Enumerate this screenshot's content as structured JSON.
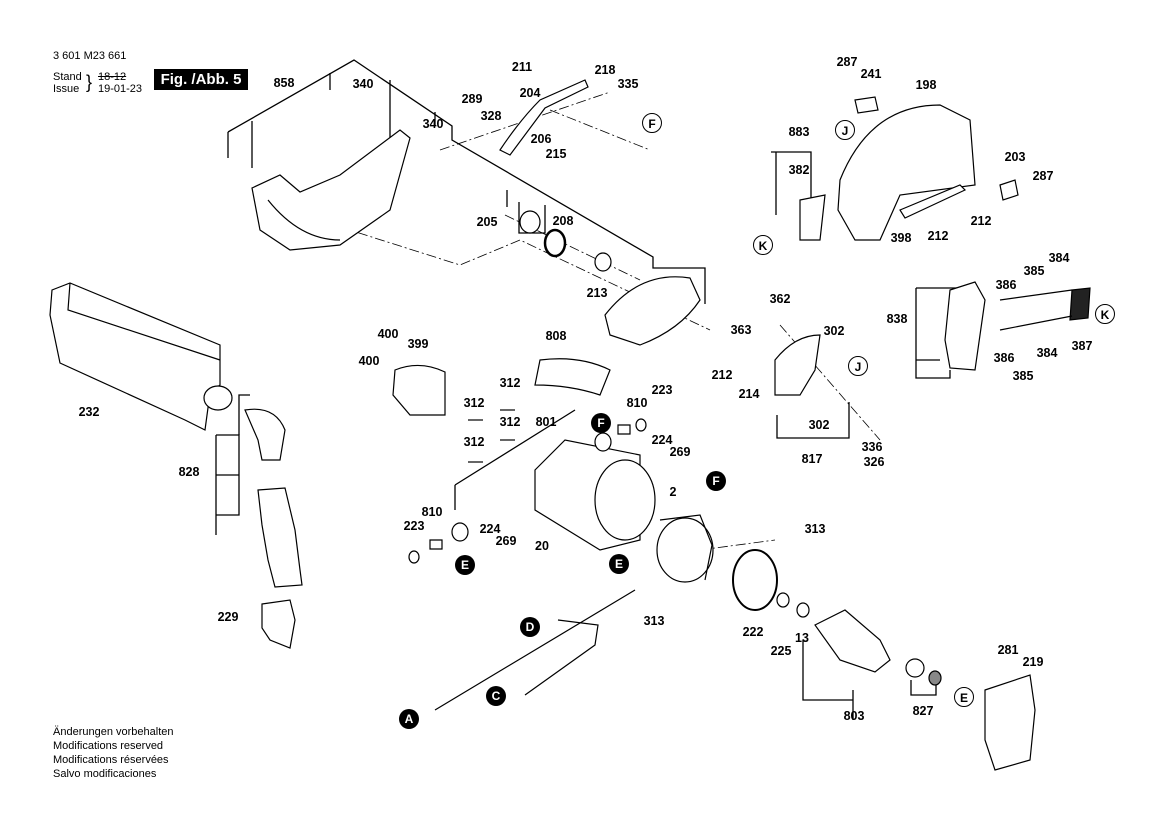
{
  "header": {
    "doc_number": "3 601 M23 661",
    "stand_label": "Stand",
    "issue_label": "Issue",
    "old_date": "18-12",
    "issue_date": "19-01-23",
    "figure": "Fig. /Abb. 5"
  },
  "notes": [
    "Änderungen vorbehalten",
    "Modifications reserved",
    "Modifications réservées",
    "Salvo modificaciones"
  ],
  "parts": [
    {
      "id": "858"
    },
    {
      "id": "340"
    },
    {
      "id": "340"
    },
    {
      "id": "211"
    },
    {
      "id": "218"
    },
    {
      "id": "335"
    },
    {
      "id": "289"
    },
    {
      "id": "328"
    },
    {
      "id": "204"
    },
    {
      "id": "206"
    },
    {
      "id": "215"
    },
    {
      "id": "205"
    },
    {
      "id": "208"
    },
    {
      "id": "213"
    },
    {
      "id": "287"
    },
    {
      "id": "241"
    },
    {
      "id": "198"
    },
    {
      "id": "883"
    },
    {
      "id": "382"
    },
    {
      "id": "203"
    },
    {
      "id": "287"
    },
    {
      "id": "212"
    },
    {
      "id": "398"
    },
    {
      "id": "212"
    },
    {
      "id": "386"
    },
    {
      "id": "385"
    },
    {
      "id": "384"
    },
    {
      "id": "838"
    },
    {
      "id": "386"
    },
    {
      "id": "384"
    },
    {
      "id": "387"
    },
    {
      "id": "385"
    },
    {
      "id": "362"
    },
    {
      "id": "363"
    },
    {
      "id": "302"
    },
    {
      "id": "212"
    },
    {
      "id": "214"
    },
    {
      "id": "302"
    },
    {
      "id": "817"
    },
    {
      "id": "336"
    },
    {
      "id": "326"
    },
    {
      "id": "232"
    },
    {
      "id": "828"
    },
    {
      "id": "229"
    },
    {
      "id": "400"
    },
    {
      "id": "399"
    },
    {
      "id": "400"
    },
    {
      "id": "808"
    },
    {
      "id": "312"
    },
    {
      "id": "312"
    },
    {
      "id": "312"
    },
    {
      "id": "312"
    },
    {
      "id": "801"
    },
    {
      "id": "810"
    },
    {
      "id": "223"
    },
    {
      "id": "224"
    },
    {
      "id": "269"
    },
    {
      "id": "810"
    },
    {
      "id": "223"
    },
    {
      "id": "224"
    },
    {
      "id": "269"
    },
    {
      "id": "20"
    },
    {
      "id": "2"
    },
    {
      "id": "313"
    },
    {
      "id": "313"
    },
    {
      "id": "222"
    },
    {
      "id": "225"
    },
    {
      "id": "13"
    },
    {
      "id": "803"
    },
    {
      "id": "827"
    },
    {
      "id": "281"
    },
    {
      "id": "219"
    }
  ],
  "connectors": [
    {
      "letter": "F",
      "style": "open"
    },
    {
      "letter": "J",
      "style": "open"
    },
    {
      "letter": "K",
      "style": "open"
    },
    {
      "letter": "K",
      "style": "open"
    },
    {
      "letter": "J",
      "style": "open"
    },
    {
      "letter": "F",
      "style": "fill"
    },
    {
      "letter": "E",
      "style": "fill"
    },
    {
      "letter": "F",
      "style": "fill"
    },
    {
      "letter": "E",
      "style": "fill"
    },
    {
      "letter": "D",
      "style": "fill"
    },
    {
      "letter": "C",
      "style": "fill"
    },
    {
      "letter": "A",
      "style": "fill"
    },
    {
      "letter": "E",
      "style": "open"
    }
  ]
}
